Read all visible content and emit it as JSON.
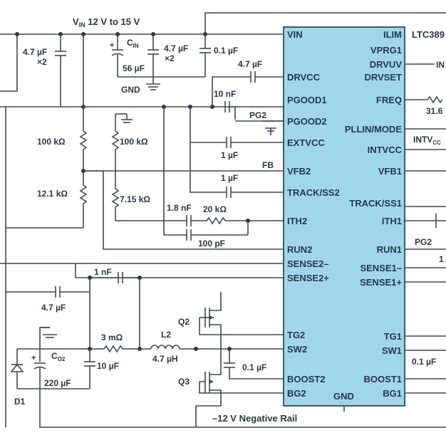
{
  "colors": {
    "ic_fill": "#9fd6ea",
    "ic_border": "#2b4a66",
    "wire": "#3a4a5a",
    "text": "#25384d"
  },
  "title_vin": {
    "pre": "V",
    "sub": "IN",
    "post": " 12 V to 15 V"
  },
  "ic_name": "LTC389",
  "ic_left_pins": [
    "VIN",
    "DRVCC",
    "PGOOD1",
    "PGOOD2",
    "EXTVCC",
    "VFB2",
    "TRACK/SS2",
    "ITH2",
    "RUN2",
    "SENSE2–",
    "SENSE2+",
    "TG2",
    "SW2",
    "BOOST2",
    "BG2"
  ],
  "ic_right_pins": [
    "ILIM",
    "VPRG1",
    "DRVUV",
    "DRVSET",
    "FREQ",
    "PLLIN/MODE",
    "INTVCC",
    "VFB1",
    "TRACK/SS1",
    "ITH1",
    "RUN1",
    "SENSE1–",
    "SENSE1+",
    "TG1",
    "SW1",
    "BOOST1",
    "BG1"
  ],
  "ic_gnd": "GND",
  "labels": {
    "c_in_left": "4.7 µF",
    "c_in_left_x": "×2",
    "cin": {
      "pre": "C",
      "sub": "IN"
    },
    "cin_val": "56 µF",
    "c_in_mid": "4.7 µF",
    "c_in_mid_x": "×2",
    "c_01": "0.1 µF",
    "gnd": "GND",
    "c_drvcc": "4.7 µF",
    "c_10n": "10 nF",
    "pg2": "PG2",
    "r_100k_a": "100 kΩ",
    "r_100k_b": "100 kΩ",
    "c_1u_a": "1 µF",
    "fb": "FB",
    "c_1u_b": "1 µF",
    "r_12k1": "12.1 kΩ",
    "r_7k15": "7.15 kΩ",
    "c_1n8": "1.8 nF",
    "r_20k": "20 kΩ",
    "c_100p": "100 pF",
    "c_1n": "1 nF",
    "c_4u7_low": "4.7 µF",
    "q2": "Q2",
    "r_3m": "3 mΩ",
    "l2": "L2",
    "l2_val": "4.7 µH",
    "co2": {
      "pre": "C",
      "sub": "O2"
    },
    "c_10u": "10 µF",
    "c_01_boost": "0.1 µF",
    "c_220u": "220 µF",
    "q3": "Q3",
    "d1": "D1",
    "rail": "–12 V Negative Rail",
    "r_in": "IN",
    "r_freq_val": "31.6",
    "r_intv": {
      "pre": "INTV",
      "sub": "CC"
    },
    "r_pg2": "PG2",
    "r_one": "1",
    "r_sw1_cap": "0.1 µF"
  }
}
